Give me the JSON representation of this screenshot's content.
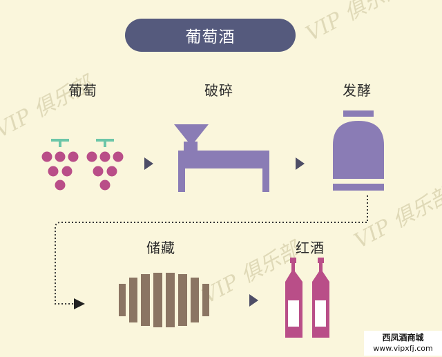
{
  "title": "葡萄酒",
  "steps": {
    "grape": "葡萄",
    "crush": "破碎",
    "ferment": "发酵",
    "store": "储藏",
    "wine": "红酒"
  },
  "watermark": "VIP 俱乐部",
  "footer": {
    "shop": "西凤酒商城",
    "url": "www.vipxfj.com"
  },
  "colors": {
    "background": "#faf6dc",
    "title_pill": "#555a7d",
    "grape": "#b94e88",
    "stem": "#6cc6a8",
    "machine": "#8a7cb5",
    "barrel": "#8b7563",
    "bottle": "#b94e88",
    "arrow": "#4d4d66"
  }
}
